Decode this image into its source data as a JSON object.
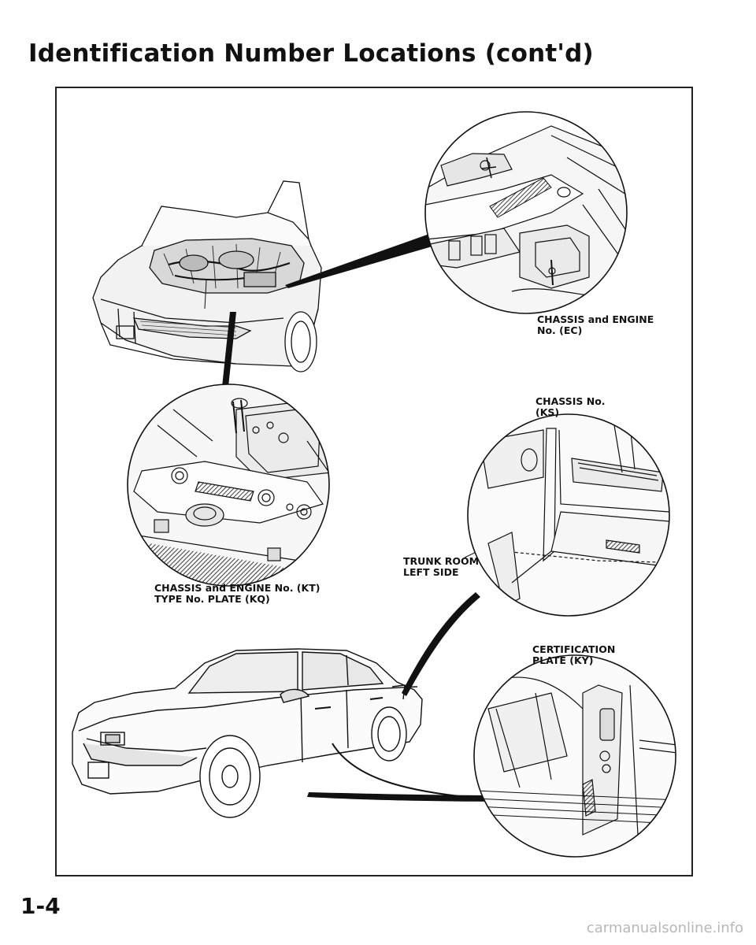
{
  "page": {
    "title": "Identification Number Locations (cont'd)",
    "page_number": "1-4",
    "watermark": "carmanualsonline.info"
  },
  "callouts": {
    "chassis_engine_ec": [
      "CHASSIS and ENGINE",
      "No. (EC)"
    ],
    "chassis_ks": [
      "CHASSIS No.",
      "(KS)"
    ],
    "trunk_room": [
      "TRUNK ROOM",
      "LEFT SIDE"
    ],
    "chassis_engine_kt": [
      "CHASSIS and ENGINE No. (KT)",
      "TYPE No. PLATE (KQ)"
    ],
    "certification_ky": [
      "CERTIFICATION",
      "PLATE (KY)"
    ]
  }
}
